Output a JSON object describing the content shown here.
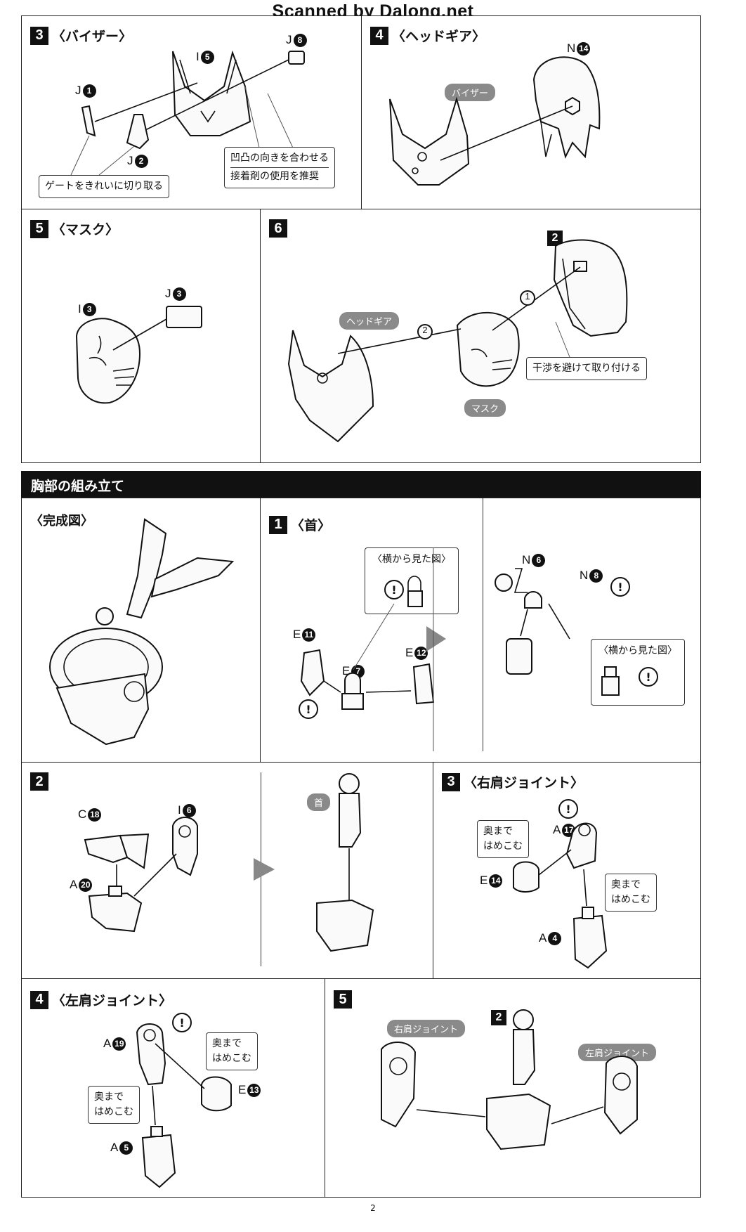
{
  "watermark": "Scanned by Dalong.net",
  "steps_head": {
    "s3": {
      "num": "3",
      "title": "〈バイザー〉",
      "labels": {
        "i5": "I",
        "i5n": "5",
        "j8": "J",
        "j8n": "8",
        "j1": "J",
        "j1n": "1",
        "j2": "J",
        "j2n": "2"
      },
      "notes": {
        "gate": "ゲートをきれいに切り取る",
        "align": "凹凸の向きを合わせる",
        "glue": "接着剤の使用を推奨"
      }
    },
    "s4": {
      "num": "4",
      "title": "〈ヘッドギア〉",
      "labels": {
        "n14": "N",
        "n14n": "14"
      },
      "tag": "バイザー"
    },
    "s5": {
      "num": "5",
      "title": "〈マスク〉",
      "labels": {
        "j3": "J",
        "j3n": "3",
        "i3": "I",
        "i3n": "3"
      }
    },
    "s6": {
      "num": "6",
      "sub2": "2",
      "tag_headgear": "ヘッドギア",
      "tag_mask": "マスク",
      "note": "干渉を避けて取り付ける",
      "c1": "1",
      "c2": "2"
    }
  },
  "section": {
    "title": "胸部の組み立て",
    "complete": "〈完成図〉"
  },
  "steps_chest": {
    "c1": {
      "num": "1",
      "title": "〈首〉",
      "side_view": "〈横から見た図〉",
      "side_view2": "〈横から見た図〉",
      "labels": {
        "e11": "E",
        "e11n": "11",
        "e7": "E",
        "e7n": "7",
        "e12": "E",
        "e12n": "12",
        "n6": "N",
        "n6n": "6",
        "n8": "N",
        "n8n": "8"
      }
    },
    "c2": {
      "num": "2",
      "tag": "首",
      "labels": {
        "c18": "C",
        "c18n": "18",
        "i6": "I",
        "i6n": "6",
        "a20": "A",
        "a20n": "20"
      }
    },
    "c3": {
      "num": "3",
      "title": "〈右肩ジョイント〉",
      "labels": {
        "a17": "A",
        "a17n": "17",
        "e14": "E",
        "e14n": "14",
        "a4": "A",
        "a4n": "4"
      },
      "note1": "奥まで\nはめこむ",
      "note2": "奥まで\nはめこむ"
    },
    "c4": {
      "num": "4",
      "title": "〈左肩ジョイント〉",
      "labels": {
        "a19": "A",
        "a19n": "19",
        "e13": "E",
        "e13n": "13",
        "a5": "A",
        "a5n": "5"
      },
      "note1": "奥まで\nはめこむ",
      "note2": "奥まで\nはめこむ"
    },
    "c5": {
      "num": "5",
      "tag_right": "右肩ジョイント",
      "tag_left": "左肩ジョイント",
      "sub2": "2"
    }
  },
  "excl": "!",
  "page_number": "2"
}
